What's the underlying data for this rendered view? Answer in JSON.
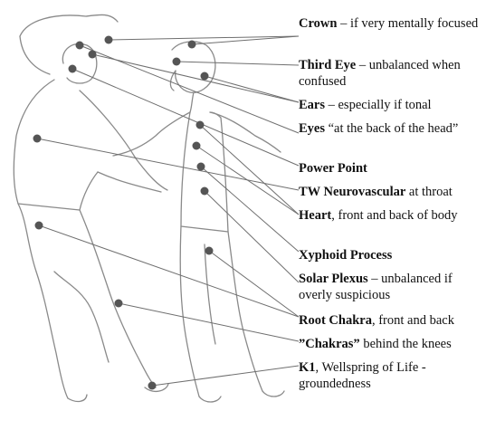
{
  "labels": [
    {
      "bold": "Crown",
      "rest": " – if very mentally focused"
    },
    {
      "bold": "Third Eye",
      "rest": " – unbalanced when confused"
    },
    {
      "bold": "Ears",
      "rest": " – especially if tonal"
    },
    {
      "bold": "Eyes",
      "rest": " “at the back of the head”"
    },
    {
      "bold": "Power Point",
      "rest": ""
    },
    {
      "bold": "TW Neurovascular",
      "rest": " at throat"
    },
    {
      "bold": "Heart",
      "rest": ", front and back of body"
    },
    {
      "bold": "Xyphoid Process",
      "rest": ""
    },
    {
      "bold": "Solar Plexus",
      "rest": " – unbalanced if overly suspicious"
    },
    {
      "bold": "Root Chakra",
      "rest": ", front and back"
    },
    {
      "bold": "”Chakras”",
      "rest": " behind the knees"
    },
    {
      "bold": "K1",
      "rest": ", Wellspring of Life - groundedness"
    }
  ],
  "colors": {
    "line": "#6f6f6f",
    "dot": "#555555",
    "sketch": "#8a8a8a"
  }
}
